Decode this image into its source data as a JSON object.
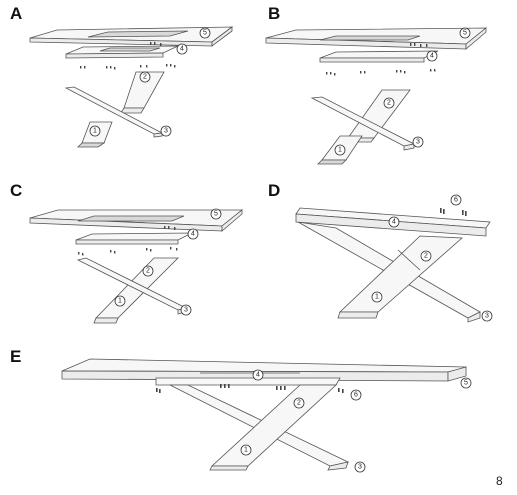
{
  "steps": [
    {
      "letter": "A",
      "callouts": [
        "5",
        "4",
        "2",
        "1",
        "3"
      ]
    },
    {
      "letter": "B",
      "callouts": [
        "5",
        "4",
        "2",
        "1",
        "3"
      ]
    },
    {
      "letter": "C",
      "callouts": [
        "5",
        "4",
        "2",
        "1",
        "3"
      ]
    },
    {
      "letter": "D",
      "callouts": [
        "6",
        "4",
        "2",
        "1",
        "3"
      ]
    },
    {
      "letter": "E",
      "callouts": [
        "4",
        "5",
        "6",
        "2",
        "1",
        "3"
      ]
    }
  ],
  "page_number": "8",
  "colors": {
    "line": "#555555",
    "face_light": "#f7f7f7",
    "face_dark": "#d9d9d9",
    "label": "#111111"
  }
}
